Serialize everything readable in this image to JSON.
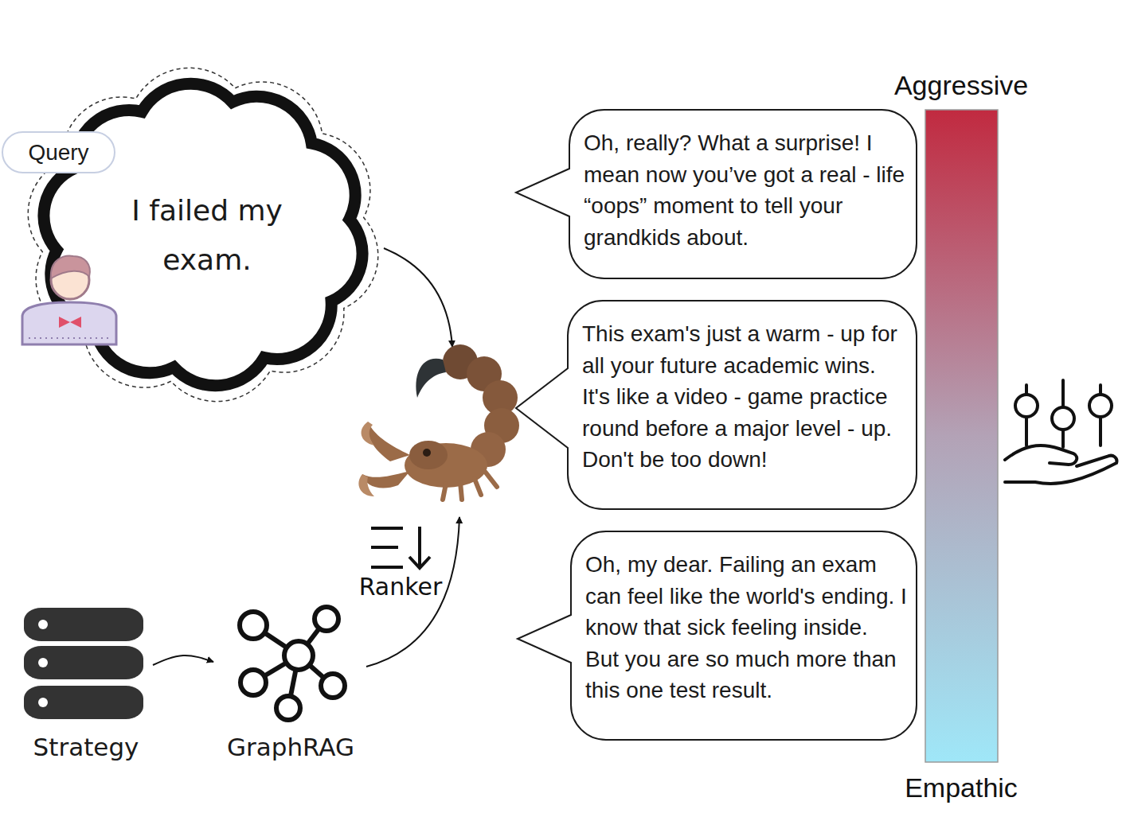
{
  "diagram": {
    "nodes": [
      {
        "text": [
          "Query"
        ]
      },
      {
        "text": [
          "I failed my exam."
        ]
      },
      {
        "text": [
          "Oh, really? What a surprise! I mean now you’ve got a real - life “oops” moment to tell your grandkids about."
        ]
      },
      {
        "text": [
          "This exam's just a warm - up for all your future academic wins. It's like a video - game practice round before a major level - up. Don't be too down!"
        ]
      },
      {
        "text": [
          "Oh, my dear. Failing an exam can feel like the world's ending. I know that sick feeling inside. But you are so much more than this one test result."
        ]
      },
      {
        "text": [
          "Strategy"
        ]
      },
      {
        "text": [
          "GraphRAG"
        ]
      }
    ],
    "edges": [
      {
        "from": 5,
        "to": 6,
        "arrow": "to"
      }
    ],
    "labels": [
      "Aggressive",
      "Empathic",
      "Ranker"
    ]
  }
}
